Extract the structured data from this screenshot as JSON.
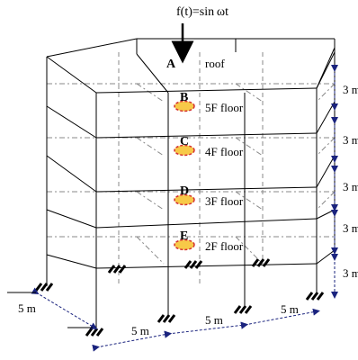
{
  "load": {
    "label": "f(t)=sin ωt"
  },
  "points": [
    {
      "id": "A",
      "label": "roof"
    },
    {
      "id": "B",
      "label": "5F floor"
    },
    {
      "id": "C",
      "label": "4F floor"
    },
    {
      "id": "D",
      "label": "3F floor"
    },
    {
      "id": "E",
      "label": "2F floor"
    }
  ],
  "story_heights": [
    "3 m",
    "3 m",
    "3 m",
    "3 m",
    "3 m"
  ],
  "bay_widths": [
    "5 m",
    "5 m",
    "5 m"
  ],
  "depth": "5 m",
  "colors": {
    "lines": "#000000",
    "hidden": "#888888",
    "dimension": "#1a237e",
    "sensor_fill": "#f7c948",
    "sensor_edge": "#d32f2f"
  }
}
